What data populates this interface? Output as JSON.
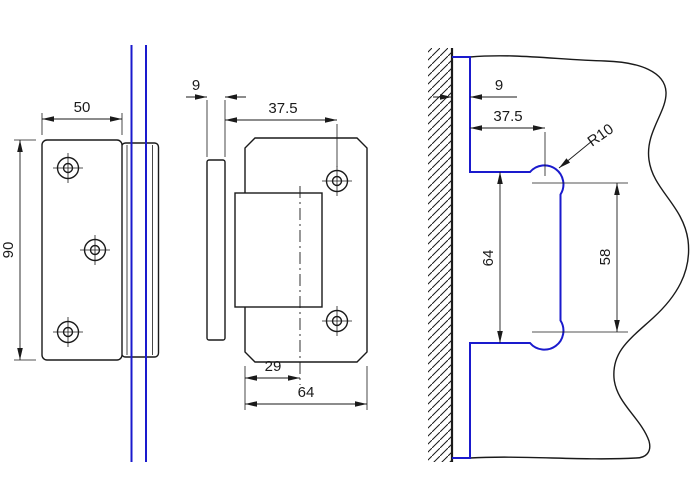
{
  "drawing": {
    "front_view": {
      "width_label": "50",
      "height_label": "90"
    },
    "side_view": {
      "thickness_label": "9",
      "hole_offset_label": "37.5",
      "pivot_offset_label": "29",
      "depth_label": "64"
    },
    "cutout_view": {
      "wall_gap_label": "9",
      "width_label": "37.5",
      "radius_label": "R10",
      "height_label": "64",
      "hole_spacing_label": "58"
    },
    "colors": {
      "glass_blue": "#1a1acd",
      "line_black": "#1a1a1a"
    }
  }
}
